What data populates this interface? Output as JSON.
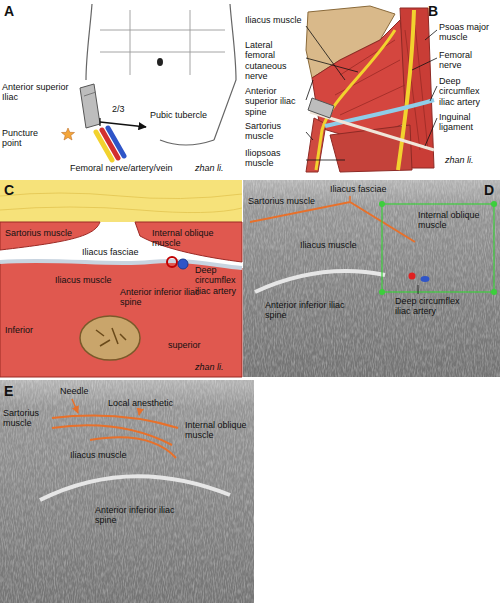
{
  "diagram": {
    "labels": [
      "A",
      "Anterior superior Iliac",
      "Puncture point",
      "2/3",
      "Pubic tubercle",
      "Femoral nerve/artery/vein",
      "zhan li.",
      "B",
      "Iliacus muscle",
      "Lateral femoral cutaneous nerve",
      "Anterior superior iliac spine",
      "Sartorius muscle",
      "Iliopsoas muscle",
      "Psoas major muscle",
      "Femoral nerve",
      "Deep circumflex iliac artery",
      "Inguinal ligament",
      "zhan li.",
      "C",
      "Sartorius muscle",
      "Internal oblique muscle",
      "Iliacus fasciae",
      "Iliacus muscle",
      "Anterior inferior iliac spine",
      "Deep circumflex iliac artery",
      "Inferior",
      "superior",
      "zhan li.",
      "D",
      "Iliacus fasciae",
      "Sartorius muscle",
      "Internal oblique muscle",
      "Iliacus muscle",
      "Anterior inferior iliac spine",
      "Deep circumflex iliac artery",
      "E",
      "Needle",
      "Local anesthetic",
      "Sartorius muscle",
      "Internal oblique muscle",
      "Iliacus muscle",
      "Anterior inferior iliac spine"
    ]
  }
}
